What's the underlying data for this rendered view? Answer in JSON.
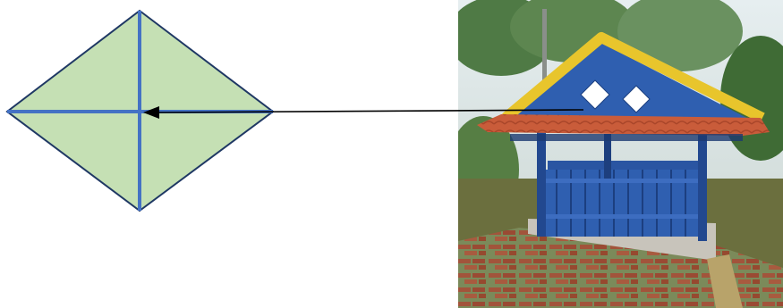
{
  "colors": {
    "background": "#ffffff",
    "diamond_fill": "#c5e0b4",
    "diamond_outline": "#1f3864",
    "cross_lines": "#4472c4",
    "arrow": "#000000",
    "gazebo_wall": "#2f5fb0",
    "gazebo_trim": "#e8c52c",
    "roof_tiles": "#c85a3a",
    "window_motif": "#ffffff",
    "sky": "#d9e4e8",
    "foliage": "#3f6b35",
    "brick_path": "#a0523a"
  },
  "diagram": {
    "left_shape": "diamond-with-cross",
    "connector": "arrow-pointing-left",
    "photo_subject": "gazebo-with-diamond-ornaments"
  }
}
